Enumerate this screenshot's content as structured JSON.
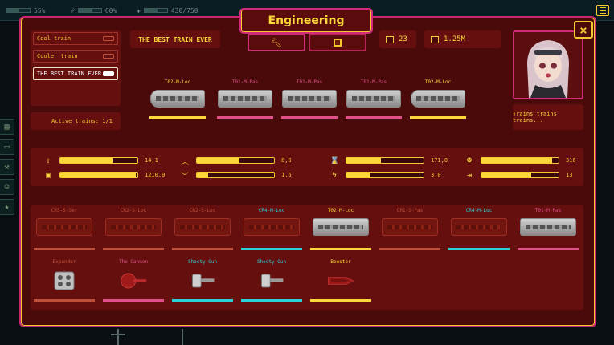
{
  "topbar": {
    "stat1": "55%",
    "stat2": "60%",
    "stat3": "430/750"
  },
  "panel": {
    "title": "Engineering",
    "close_label": "×"
  },
  "train_list": {
    "items": [
      {
        "label": "Cool train"
      },
      {
        "label": "Cooler train"
      },
      {
        "label": "THE BEST TRAIN EVER"
      }
    ],
    "active_trains": "Active trains: 1/1"
  },
  "train_name": "THE BEST TRAIN EVER",
  "resources": {
    "chips": "23",
    "money": "1.25M"
  },
  "character": {
    "speech": "Trains trains trains..."
  },
  "train_cars": [
    {
      "label": "T02-M-Loc",
      "color": "#fbd73a"
    },
    {
      "label": "T01-M-Pas",
      "color": "#e0508c"
    },
    {
      "label": "T01-M-Pas",
      "color": "#e0508c"
    },
    {
      "label": "T01-M-Pas",
      "color": "#e0508c"
    },
    {
      "label": "T02-M-Loc",
      "color": "#fbd73a"
    }
  ],
  "stats": [
    {
      "icon": "arrow-up-icon",
      "glyph": "⇧",
      "value": "14,1",
      "fill": 0.68
    },
    {
      "icon": "chevron-up-icon",
      "glyph": "︿",
      "value": "8,0",
      "fill": 0.55
    },
    {
      "icon": "hourglass-icon",
      "glyph": "⌛",
      "value": "171,0",
      "fill": 0.45
    },
    {
      "icon": "passengers-icon",
      "glyph": "☻",
      "value": "316",
      "fill": 0.92
    },
    {
      "icon": "train-icon",
      "glyph": "▣",
      "value": "1210,0",
      "fill": 0.98
    },
    {
      "icon": "chevron-down-icon",
      "glyph": "﹀",
      "value": "1,6",
      "fill": 0.15
    },
    {
      "icon": "lightning-icon",
      "glyph": "ϟ",
      "value": "3,0",
      "fill": 0.3
    },
    {
      "icon": "exit-icon",
      "glyph": "⇥",
      "value": "13",
      "fill": 0.65
    }
  ],
  "inventory_cars": [
    {
      "label": "CR5-S-Ser",
      "color": "#c0503a",
      "bright": false
    },
    {
      "label": "CR2-S-Loc",
      "color": "#c0503a",
      "bright": false
    },
    {
      "label": "CR2-S-Loc",
      "color": "#c0503a",
      "bright": false
    },
    {
      "label": "CR4-M-Loc",
      "color": "#2ad0d8",
      "bright": false
    },
    {
      "label": "T02-M-Loc",
      "color": "#fbd73a",
      "bright": true
    },
    {
      "label": "CR1-S-Pas",
      "color": "#c0503a",
      "bright": false
    },
    {
      "label": "CR4-M-Loc",
      "color": "#2ad0d8",
      "bright": false
    },
    {
      "label": "T01-M-Pas",
      "color": "#e0508c",
      "bright": true
    }
  ],
  "inventory_weapons": [
    {
      "label": "Expander",
      "color": "#c0503a",
      "icon": "expander-icon"
    },
    {
      "label": "The Cannon",
      "color": "#e0508c",
      "icon": "cannon-icon"
    },
    {
      "label": "Shooty Gun",
      "color": "#2ad0d8",
      "icon": "gun-icon"
    },
    {
      "label": "Shooty Gun",
      "color": "#2ad0d8",
      "icon": "gun-icon"
    },
    {
      "label": "Booster",
      "color": "#fbd73a",
      "icon": "booster-icon"
    }
  ]
}
